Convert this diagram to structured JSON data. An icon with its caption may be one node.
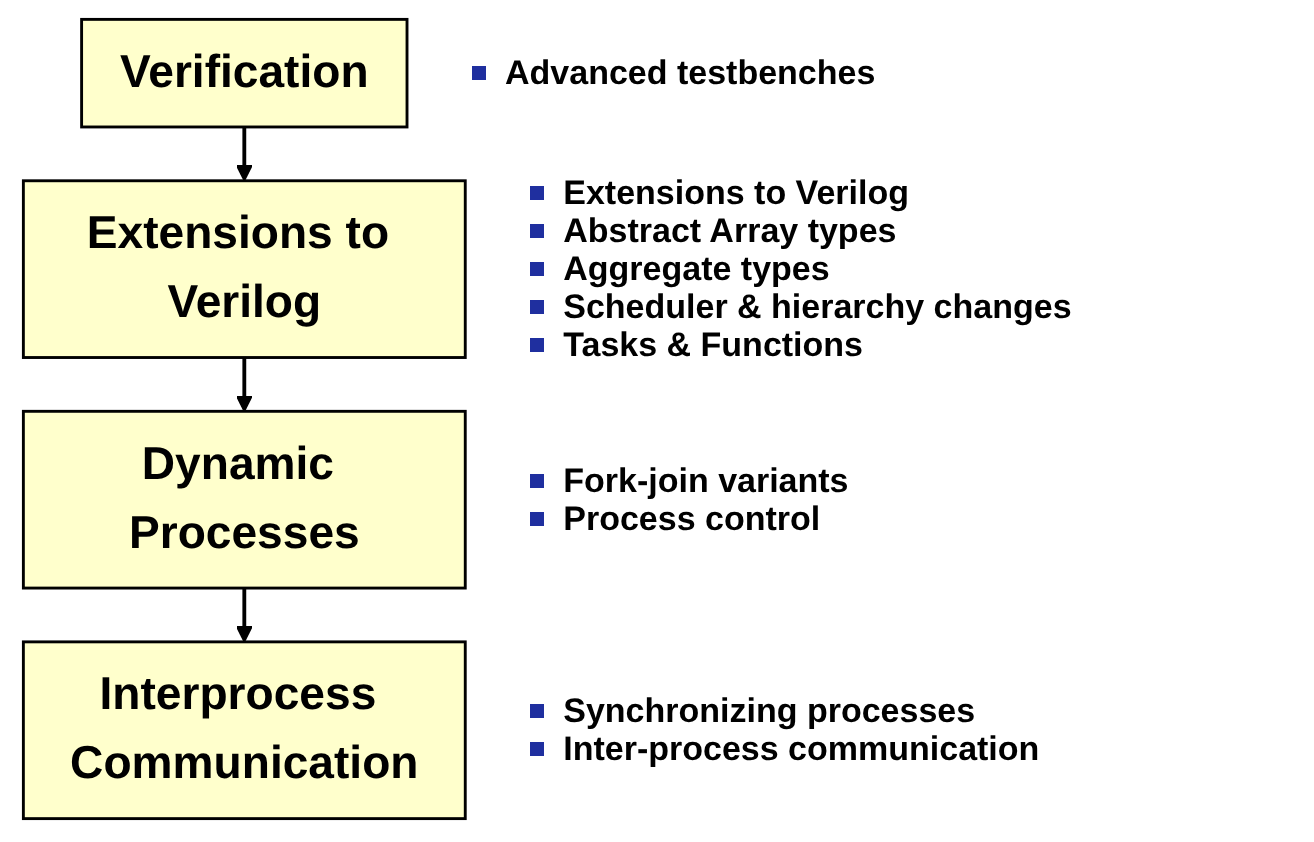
{
  "diagram": {
    "nodes": [
      {
        "text": [
          "Verification"
        ],
        "beside": [
          "Advanced testbenches"
        ]
      },
      {
        "text": [
          "Extensions to Verilog"
        ],
        "beside": [
          "Extensions to Verilog",
          "Abstract Array types",
          "Aggregate types",
          "Scheduler & hierarchy changes",
          "Tasks & Functions"
        ]
      },
      {
        "text": [
          "Dynamic Processes"
        ],
        "beside": [
          "Fork-join variants",
          "Process control"
        ]
      },
      {
        "text": [
          "Interprocess Communication"
        ],
        "beside": [
          "Synchronizing processes",
          "Inter-process communication"
        ]
      }
    ],
    "edges": [
      {
        "from": 0,
        "to": 1,
        "arrow": "to"
      },
      {
        "from": 1,
        "to": 2,
        "arrow": "to"
      },
      {
        "from": 2,
        "to": 3,
        "arrow": "to"
      }
    ]
  }
}
